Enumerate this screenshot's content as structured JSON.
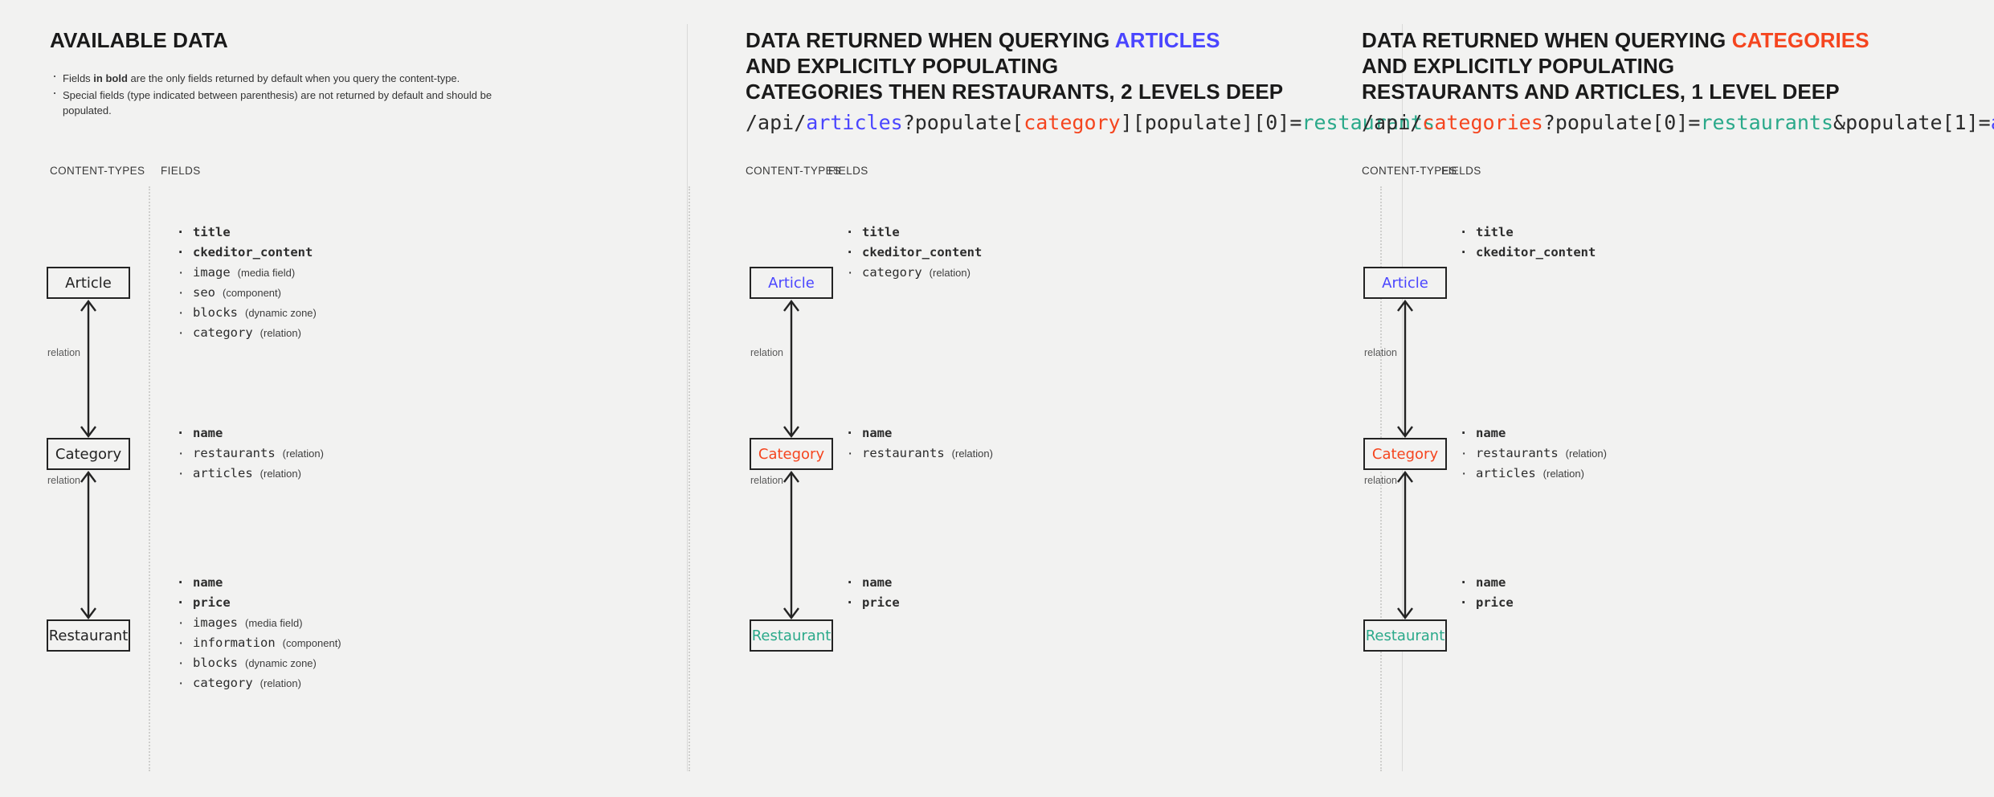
{
  "sections": [
    {
      "id": "available-data",
      "heading_lines": [
        [
          {
            "text": "AVAILABLE DATA",
            "color": "default"
          }
        ]
      ],
      "query": null,
      "intro": [
        {
          "pre": "Fields ",
          "bold": "in bold",
          "post": " are the only fields returned by default when you query the content-type."
        },
        {
          "pre": "Special fields (type indicated between parenthesis) are not returned by default and should be populated.",
          "bold": "",
          "post": ""
        }
      ],
      "col_labels": {
        "content_types": "CONTENT-TYPES",
        "fields": "FIELDS"
      },
      "nodes": [
        {
          "name": "Article",
          "color": "default",
          "fields": [
            {
              "name": "title",
              "type": "",
              "bold": true,
              "color": "default"
            },
            {
              "name": "ckeditor_content",
              "type": "",
              "bold": true,
              "color": "default"
            },
            {
              "name": "image",
              "type": "(media field)",
              "bold": false,
              "color": "default"
            },
            {
              "name": "seo",
              "type": "(component)",
              "bold": false,
              "color": "default"
            },
            {
              "name": "blocks",
              "type": "(dynamic zone)",
              "bold": false,
              "color": "default"
            },
            {
              "name": "category",
              "type": "(relation)",
              "bold": false,
              "color": "default"
            }
          ]
        },
        {
          "name": "Category",
          "color": "default",
          "fields": [
            {
              "name": "name",
              "type": "",
              "bold": true,
              "color": "default"
            },
            {
              "name": "restaurants",
              "type": "(relation)",
              "bold": false,
              "color": "default"
            },
            {
              "name": "articles",
              "type": "(relation)",
              "bold": false,
              "color": "default"
            }
          ]
        },
        {
          "name": "Restaurant",
          "color": "default",
          "fields": [
            {
              "name": "name",
              "type": "",
              "bold": true,
              "color": "default"
            },
            {
              "name": "price",
              "type": "",
              "bold": true,
              "color": "default"
            },
            {
              "name": "images",
              "type": "(media field)",
              "bold": false,
              "color": "default"
            },
            {
              "name": "information",
              "type": "(component)",
              "bold": false,
              "color": "default"
            },
            {
              "name": "blocks",
              "type": "(dynamic zone)",
              "bold": false,
              "color": "default"
            },
            {
              "name": "category",
              "type": "(relation)",
              "bold": false,
              "color": "default"
            }
          ]
        }
      ],
      "connector_labels": [
        "relation",
        "relation"
      ]
    },
    {
      "id": "query-articles",
      "heading_lines": [
        [
          {
            "text": "DATA RETURNED WHEN QUERYING ",
            "color": "default"
          },
          {
            "text": "ARTICLES",
            "color": "blue"
          }
        ],
        [
          {
            "text": "AND EXPLICITLY POPULATING",
            "color": "default"
          }
        ],
        [
          {
            "text": "CATEGORIES THEN RESTAURANTS, 2 LEVELS DEEP",
            "color": "default"
          }
        ]
      ],
      "query": [
        {
          "text": "/api/",
          "color": "default"
        },
        {
          "text": "articles",
          "color": "blue"
        },
        {
          "text": "?populate[",
          "color": "default"
        },
        {
          "text": "category",
          "color": "red"
        },
        {
          "text": "][populate][0]=",
          "color": "default"
        },
        {
          "text": "restaurants",
          "color": "green"
        }
      ],
      "intro": [],
      "col_labels": {
        "content_types": "CONTENT-TYPES",
        "fields": "FIELDS"
      },
      "nodes": [
        {
          "name": "Article",
          "color": "blue",
          "fields": [
            {
              "name": "title",
              "type": "",
              "bold": true,
              "color": "default"
            },
            {
              "name": "ckeditor_content",
              "type": "",
              "bold": true,
              "color": "default"
            },
            {
              "name": "category",
              "type": "(relation)",
              "bold": false,
              "color": "red"
            }
          ]
        },
        {
          "name": "Category",
          "color": "red",
          "fields": [
            {
              "name": "name",
              "type": "",
              "bold": true,
              "color": "default"
            },
            {
              "name": "restaurants",
              "type": "(relation)",
              "bold": false,
              "color": "green"
            }
          ]
        },
        {
          "name": "Restaurant",
          "color": "green",
          "fields": [
            {
              "name": "name",
              "type": "",
              "bold": true,
              "color": "default"
            },
            {
              "name": "price",
              "type": "",
              "bold": true,
              "color": "default"
            }
          ]
        }
      ],
      "connector_labels": [
        "relation",
        "relation"
      ]
    },
    {
      "id": "query-categories",
      "heading_lines": [
        [
          {
            "text": "DATA RETURNED WHEN QUERYING ",
            "color": "default"
          },
          {
            "text": "CATEGORIES",
            "color": "red"
          }
        ],
        [
          {
            "text": "AND EXPLICITLY POPULATING",
            "color": "default"
          }
        ],
        [
          {
            "text": "RESTAURANTS AND ARTICLES, 1 LEVEL DEEP",
            "color": "default"
          }
        ]
      ],
      "query": [
        {
          "text": "/api/",
          "color": "default"
        },
        {
          "text": "categories",
          "color": "red"
        },
        {
          "text": "?populate[0]=",
          "color": "default"
        },
        {
          "text": "restaurants",
          "color": "green"
        },
        {
          "text": "&populate[1]=",
          "color": "default"
        },
        {
          "text": "articles",
          "color": "blue"
        }
      ],
      "intro": [],
      "col_labels": {
        "content_types": "CONTENT-TYPES",
        "fields": "FIELDS"
      },
      "nodes": [
        {
          "name": "Article",
          "color": "blue",
          "fields": [
            {
              "name": "title",
              "type": "",
              "bold": true,
              "color": "default"
            },
            {
              "name": "ckeditor_content",
              "type": "",
              "bold": true,
              "color": "default"
            }
          ]
        },
        {
          "name": "Category",
          "color": "red",
          "fields": [
            {
              "name": "name",
              "type": "",
              "bold": true,
              "color": "default"
            },
            {
              "name": "restaurants",
              "type": "(relation)",
              "bold": false,
              "color": "green"
            },
            {
              "name": "articles",
              "type": "(relation)",
              "bold": false,
              "color": "blue"
            }
          ]
        },
        {
          "name": "Restaurant",
          "color": "green",
          "fields": [
            {
              "name": "name",
              "type": "",
              "bold": true,
              "color": "default"
            },
            {
              "name": "price",
              "type": "",
              "bold": true,
              "color": "default"
            }
          ]
        }
      ],
      "connector_labels": [
        "relation",
        "relation"
      ]
    }
  ],
  "palette": {
    "background": "#f2f2f1",
    "text": "#1f1f1f",
    "blue": "#4a45ff",
    "red": "#f5451f",
    "green": "#2aa98a",
    "divider": "#d9d9d8",
    "box_border": "#232323"
  }
}
